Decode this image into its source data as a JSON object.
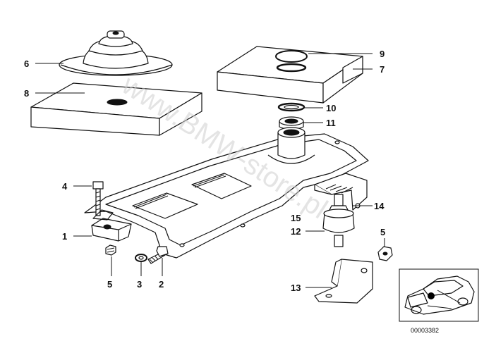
{
  "diagram_id": "00003382",
  "watermark": "www.BMW-store.pl",
  "callouts": [
    {
      "id": "1",
      "text": "1"
    },
    {
      "id": "2",
      "text": "2"
    },
    {
      "id": "3",
      "text": "3"
    },
    {
      "id": "4",
      "text": "4"
    },
    {
      "id": "5a",
      "text": "5"
    },
    {
      "id": "5b",
      "text": "5"
    },
    {
      "id": "6",
      "text": "6"
    },
    {
      "id": "7",
      "text": "7"
    },
    {
      "id": "8",
      "text": "8"
    },
    {
      "id": "9",
      "text": "9"
    },
    {
      "id": "10",
      "text": "10"
    },
    {
      "id": "11",
      "text": "11"
    },
    {
      "id": "12",
      "text": "12"
    },
    {
      "id": "13",
      "text": "13"
    },
    {
      "id": "14",
      "text": "14"
    },
    {
      "id": "15",
      "text": "15"
    }
  ]
}
